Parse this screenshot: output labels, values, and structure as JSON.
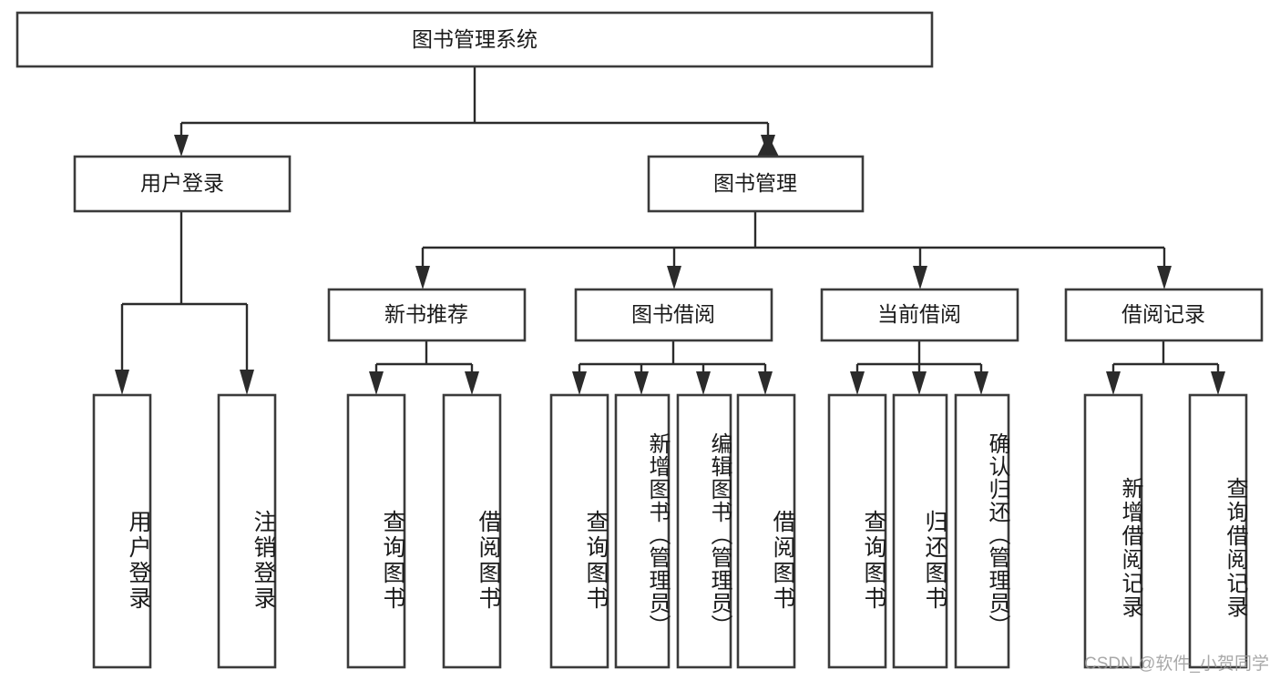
{
  "diagram": {
    "title": "图书管理系统",
    "type": "tree-hierarchy",
    "watermark": "CSDN @软件_小贺同学",
    "colors": {
      "box_stroke": "#3b3b3b",
      "connector": "#2b2b2b",
      "box_fill": "#ffffff",
      "text": "#1a1a1a",
      "watermark": "#9a9a9a",
      "background": "#ffffff"
    },
    "levels": {
      "root": {
        "label": "图书管理系统"
      },
      "level2": [
        {
          "id": "user-login",
          "label": "用户登录"
        },
        {
          "id": "book-manage",
          "label": "图书管理"
        }
      ],
      "level3": [
        {
          "id": "new-book-recommend",
          "label": "新书推荐",
          "parent": "book-manage"
        },
        {
          "id": "book-borrow",
          "label": "图书借阅",
          "parent": "book-manage"
        },
        {
          "id": "current-borrow",
          "label": "当前借阅",
          "parent": "book-manage"
        },
        {
          "id": "borrow-record",
          "label": "借阅记录",
          "parent": "book-manage"
        }
      ],
      "leaves": [
        {
          "id": "leaf-user-login",
          "label": "用户登录",
          "parent": "user-login"
        },
        {
          "id": "leaf-logout-login",
          "label": "注销登录",
          "parent": "user-login"
        },
        {
          "id": "leaf-query-book-1",
          "label": "查询图书",
          "parent": "new-book-recommend"
        },
        {
          "id": "leaf-borrow-book-1",
          "label": "借阅图书",
          "parent": "new-book-recommend"
        },
        {
          "id": "leaf-query-book-2",
          "label": "查询图书",
          "parent": "book-borrow"
        },
        {
          "id": "leaf-add-book",
          "label": "新增图书（管理员）",
          "parent": "book-borrow"
        },
        {
          "id": "leaf-edit-book",
          "label": "编辑图书（管理员）",
          "parent": "book-borrow"
        },
        {
          "id": "leaf-borrow-book-2",
          "label": "借阅图书",
          "parent": "book-borrow"
        },
        {
          "id": "leaf-query-book-3",
          "label": "查询图书",
          "parent": "current-borrow"
        },
        {
          "id": "leaf-return-book",
          "label": "归还图书",
          "parent": "current-borrow"
        },
        {
          "id": "leaf-confirm-return",
          "label": "确认归还（管理员）",
          "parent": "current-borrow"
        },
        {
          "id": "leaf-add-record",
          "label": "新增借阅记录",
          "parent": "borrow-record"
        },
        {
          "id": "leaf-query-record",
          "label": "查询借阅记录",
          "parent": "borrow-record"
        }
      ]
    }
  }
}
